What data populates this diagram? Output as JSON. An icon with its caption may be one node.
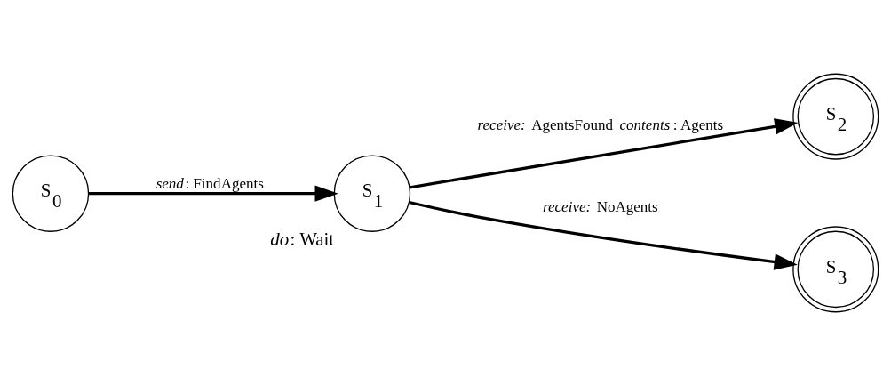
{
  "diagram": {
    "nodes": [
      {
        "text": [
          "S$_{0}$"
        ]
      },
      {
        "text": [
          "S$_{1}$"
        ],
        "beside": [
          "*do*: Wait"
        ]
      },
      {
        "text": [
          "S$_{2}$"
        ]
      },
      {
        "text": [
          "S$_{3}$"
        ]
      }
    ],
    "edges": [
      {
        "from": 0,
        "to": 1,
        "arrow": "to",
        "label": "*send*: FindAgents"
      },
      {
        "from": 1,
        "to": 2,
        "arrow": "to",
        "label": "*receive:* AgentsFound *contents*: Agents"
      },
      {
        "from": 1,
        "to": 3,
        "arrow": "to",
        "label": "*receive:* NoAgents"
      }
    ]
  }
}
